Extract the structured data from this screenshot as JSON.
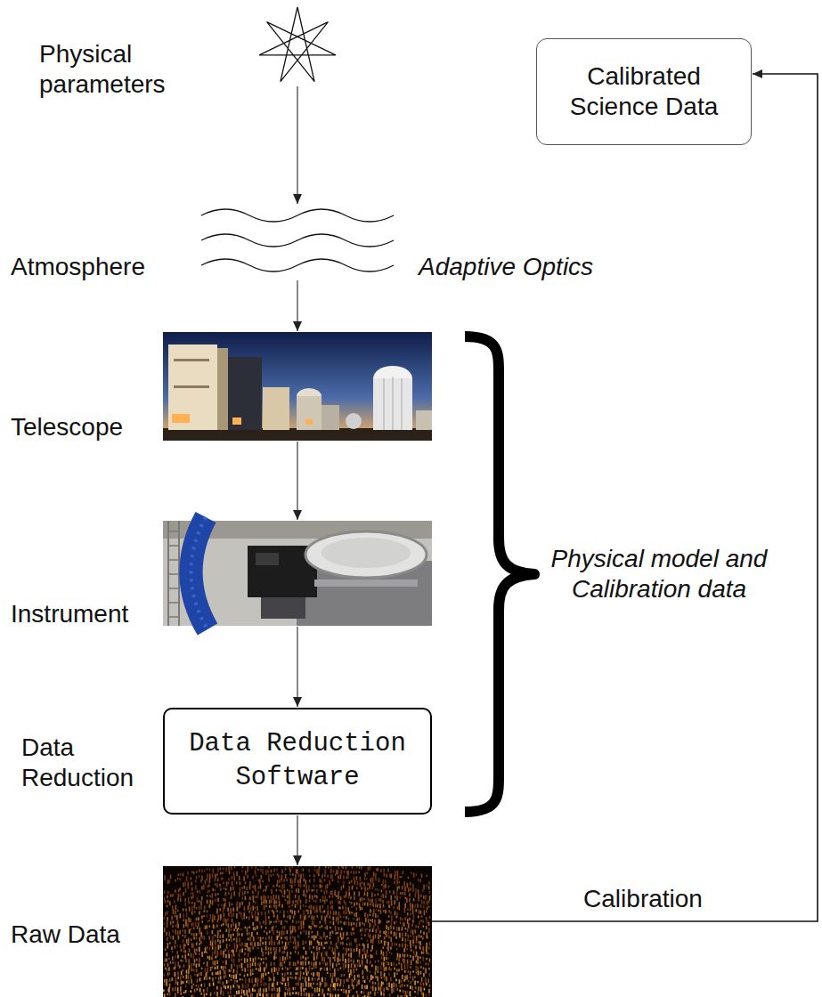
{
  "diagram": {
    "nodes": [
      {
        "text": [
          "Physical parameters"
        ]
      },
      {
        "text": [
          "Calibrated Science Data"
        ]
      },
      {
        "text": [
          "Atmosphere"
        ]
      },
      {
        "text": [
          "Telescope"
        ]
      },
      {
        "text": [
          "Instrument"
        ]
      },
      {
        "text": [
          "Data Reduction",
          "Data Reduction Software"
        ]
      },
      {
        "text": [
          "Raw Data"
        ]
      }
    ],
    "edges": [
      {
        "from": 0,
        "to": 2,
        "arrow": "to"
      },
      {
        "from": 2,
        "to": 3,
        "arrow": "to"
      },
      {
        "from": 3,
        "to": 4,
        "arrow": "to"
      },
      {
        "from": 4,
        "to": 5,
        "arrow": "to"
      },
      {
        "from": 5,
        "to": 6,
        "arrow": "to"
      },
      {
        "from": 6,
        "to": 1,
        "label": "Calibration",
        "arrow": "to"
      }
    ],
    "labels": [
      "Adaptive Optics",
      "Physical model and Calibration data"
    ]
  }
}
